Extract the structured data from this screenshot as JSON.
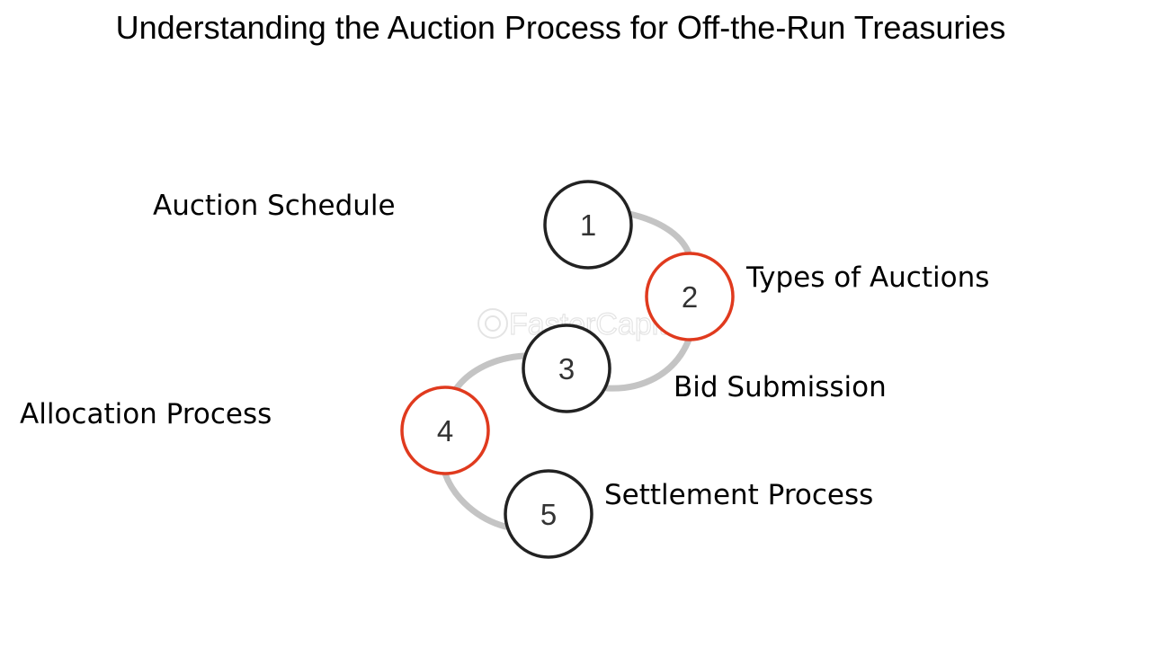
{
  "title": "Understanding the Auction Process for Off-the-Run Treasuries",
  "watermark": "FasterCapital",
  "colors": {
    "accent": "#e03a1e",
    "outline": "#222222",
    "connector": "#c4c4c4"
  },
  "steps": [
    {
      "number": "1",
      "label": "Auction Schedule",
      "highlight": false
    },
    {
      "number": "2",
      "label": "Types of Auctions",
      "highlight": true
    },
    {
      "number": "3",
      "label": "Bid Submission",
      "highlight": false
    },
    {
      "number": "4",
      "label": "Allocation Process",
      "highlight": true
    },
    {
      "number": "5",
      "label": "Settlement Process",
      "highlight": false
    }
  ]
}
